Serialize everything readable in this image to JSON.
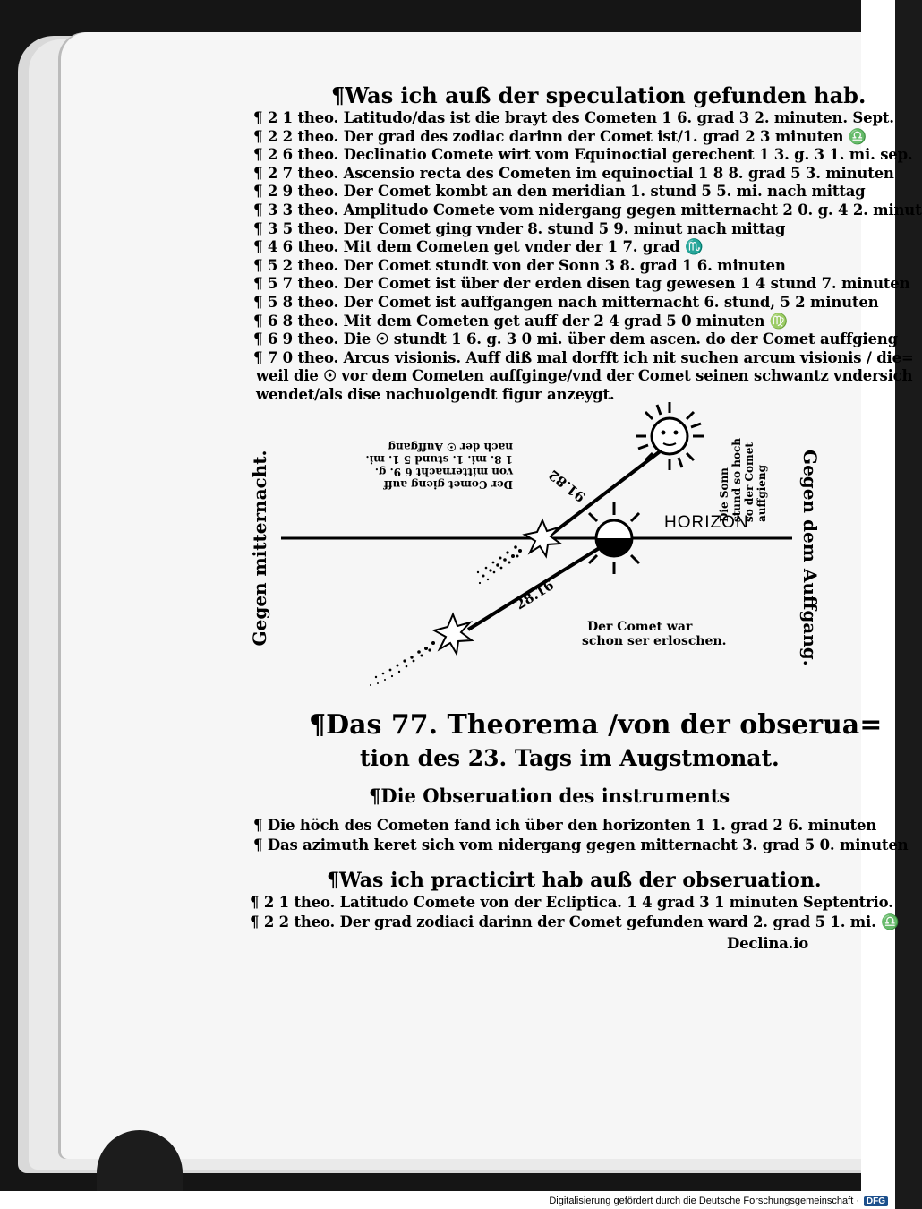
{
  "section1": {
    "heading": "¶Was ich auß der speculation gefunden hab.",
    "lines": [
      "¶ 2 1 theo. Latitudo/das ist die brayt des Cometen 1 6. grad 3 2. minuten. Sept.",
      "¶ 2 2 theo. Der grad des zodiac darinn der Comet ist/1. grad 2 3 minuten ♎",
      "¶ 2 6 theo. Declinatio Comete wirt vom Equinoctial gerechent 1 3. g. 3 1. mi. sep.",
      "¶ 2 7 theo. Ascensio recta des Cometen im equinoctial 1 8 8. grad 5 3. minuten",
      "¶ 2 9 theo. Der Comet kombt an den meridian 1. stund 5 5. mi. nach mittag",
      "¶ 3 3 theo. Amplitudo Comete vom nidergang gegen mitternacht 2 0. g. 4 2. minut",
      "¶ 3 5 theo. Der Comet ging vnder 8. stund 5 9. minut nach mittag",
      "¶ 4 6 theo. Mit dem Cometen get vnder der 1 7. grad ♏",
      "¶ 5 2 theo. Der Comet stundt von der Sonn 3 8. grad 1 6. minuten",
      "¶ 5 7 theo. Der Comet ist über der erden disen tag gewesen 1 4 stund 7. minuten",
      "¶ 5 8 theo. Der Comet ist auffgangen nach mitternacht 6. stund, 5 2 minuten",
      "¶ 6 8 theo. Mit dem Cometen get auff der 2 4 grad 5 0 minuten ♍",
      "¶ 6 9 theo. Die ☉ stundt 1 6. g. 3 0 mi. über dem ascen. do der Comet auffgieng",
      "¶ 7 0 theo. Arcus visionis. Auff diß mal dorfft ich nit suchen arcum visionis / die=",
      "weil die ☉ vor dem Cometen auffginge/vnd der Comet seinen schwantz vndersich",
      "wendet/als dise nachuolgendt figur anzeygt."
    ]
  },
  "figure": {
    "left_label": "Gegen mitternacht.",
    "right_label": "Gegen dem Auffgang.",
    "horizon": "HORIZON",
    "upper_angle": "91.82",
    "lower_angle": "28.16",
    "upside_down_note": [
      "Der Comet gieng auff",
      "von mitternacht 6 9. g.",
      "1 8. mi. 1. stund 5 1. mi.",
      "nach der ☉ Auffgang"
    ],
    "sun_note": [
      "Die Sonn",
      "stund so hoch",
      "so der Comet",
      "auffgieng"
    ],
    "lower_note": [
      "Der Comet war",
      "schon ser erloschen."
    ]
  },
  "section2": {
    "title_line1": "¶Das 77. Theorema /von der obserua=",
    "title_line2": "tion des 23. Tags im Augstmonat.",
    "subheading": "¶Die Obseruation des instruments",
    "lines": [
      "¶ Die höch des Cometen fand ich über den horizonten 1 1. grad 2 6. minuten",
      "¶ Das azimuth keret sich vom nidergang gegen mitternacht 3. grad 5 0. minuten"
    ]
  },
  "section3": {
    "heading": "¶Was ich practicirt hab auß der obseruation.",
    "lines": [
      "¶ 2 1 theo. Latitudo Comete von der Ecliptica. 1 4 grad 3 1 minuten Septentrio.",
      "¶ 2 2 theo. Der grad zodiaci darinn der Comet gefunden ward 2. grad 5 1. mi. ♎"
    ],
    "catchword": "Declina.io"
  },
  "footer": {
    "text": "Digitalisierung gefördert durch die Deutsche Forschungsgemeinschaft ·",
    "badge": "DFG"
  }
}
